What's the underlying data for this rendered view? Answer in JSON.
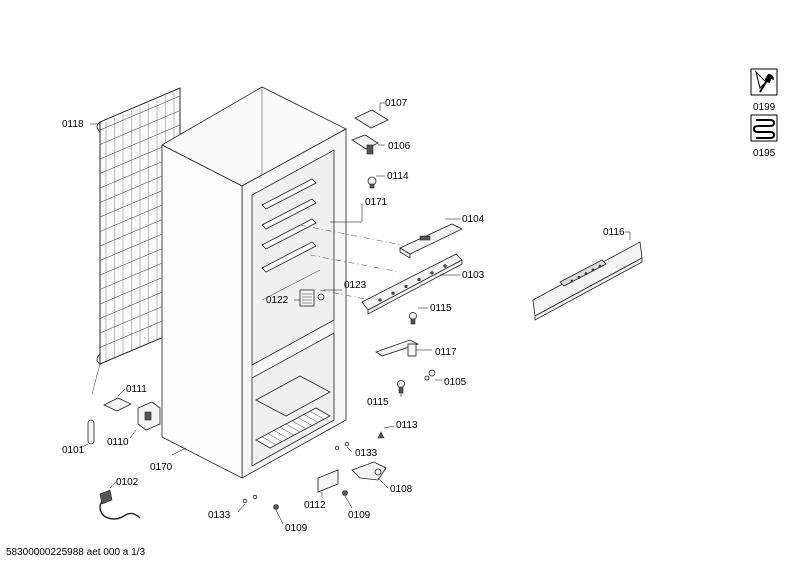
{
  "drawing": {
    "document_code": "58300000225988 aet 000 a 1/3",
    "labels": {
      "p0118": "0118",
      "p0107": "0107",
      "p0106": "0106",
      "p0114": "0114",
      "p0171": "0171",
      "p0104": "0104",
      "p0103": "0103",
      "p0123": "0123",
      "p0122": "0122",
      "p0115a": "0115",
      "p0117": "0117",
      "p0105": "0105",
      "p0115b": "0115",
      "p0113": "0113",
      "p0133a": "0133",
      "p0108": "0108",
      "p0112": "0112",
      "p0109a": "0109",
      "p0133b": "0133",
      "p0109b": "0109",
      "p0111": "0111",
      "p0110": "0110",
      "p0101": "0101",
      "p0170": "0170",
      "p0102": "0102",
      "p0116": "0116",
      "p0199": "0199",
      "p0195": "0195"
    }
  }
}
